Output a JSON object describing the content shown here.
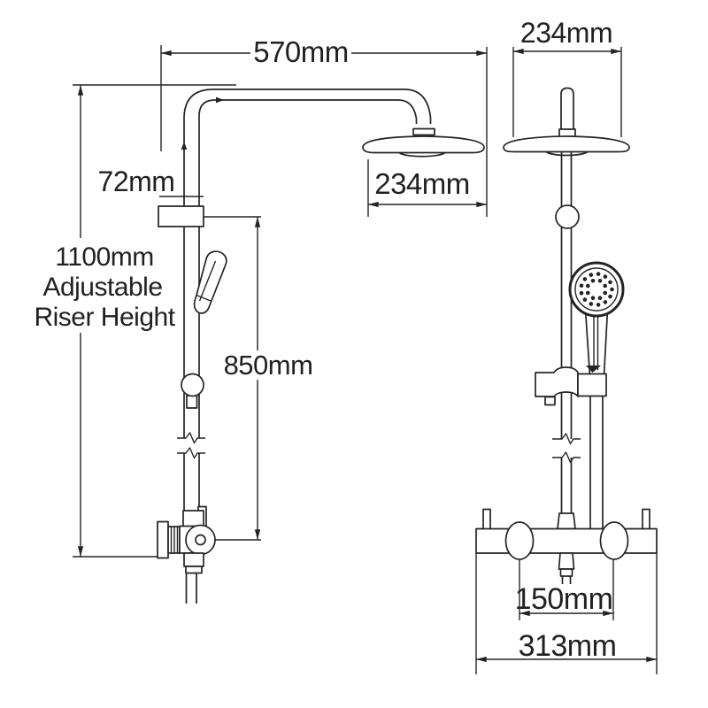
{
  "title": "shower riser rail dimension drawing",
  "colors": {
    "line": "#242424",
    "background": "#ffffff",
    "text": "#212121"
  },
  "dimensions": {
    "arm_width": "570mm",
    "bracket_offset": "72mm",
    "riser_height_value": "1100mm",
    "riser_height_note1": "Adjustable",
    "riser_height_note2": "Riser Height",
    "handset_height": "850mm",
    "head_diameter_side": "234mm",
    "head_diameter_front": "234mm",
    "valve_outlet_centres": "150mm",
    "valve_width": "313mm"
  }
}
